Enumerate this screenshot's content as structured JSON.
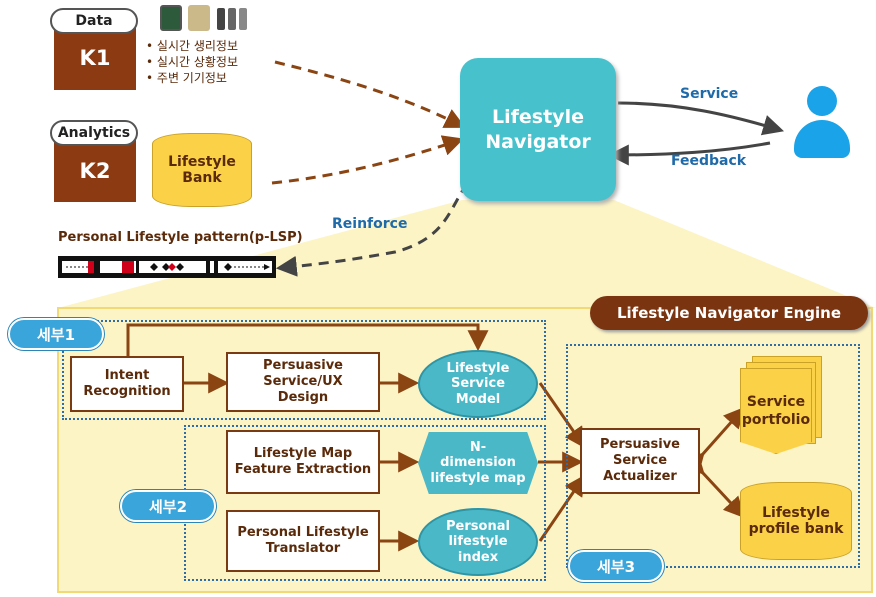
{
  "top": {
    "k1": {
      "tag": "Data",
      "label": "K1",
      "items": [
        "실시간 생리정보",
        "실시간 상황정보",
        "주변 기기정보"
      ]
    },
    "k2": {
      "tag": "Analytics",
      "label": "K2",
      "store": "Lifestyle\nBank"
    },
    "navigator": "Lifestyle\nNavigator",
    "service": "Service",
    "feedback": "Feedback",
    "reinforce": "Reinforce",
    "plsp": "Personal  Lifestyle pattern(p-LSP)"
  },
  "engine": {
    "title": "Lifestyle  Navigator Engine",
    "groups": [
      "세부1",
      "세부2",
      "세부3"
    ],
    "nodes": {
      "intent": "Intent\nRecognition",
      "ux": "Persuasive\nService/UX\nDesign",
      "service_model": "Lifestyle\nService\nModel",
      "map_extract": "Lifestyle Map\nFeature Extraction",
      "ndim": "N-\ndimension\nlifestyle map",
      "translator": "Personal Lifestyle\nTranslator",
      "index": "Personal\nlifestyle\nindex",
      "actualizer": "Persuasive\nService\nActualizer",
      "portfolio": "Service\nportfolio",
      "profile_bank": "Lifestyle\nprofile bank"
    }
  }
}
